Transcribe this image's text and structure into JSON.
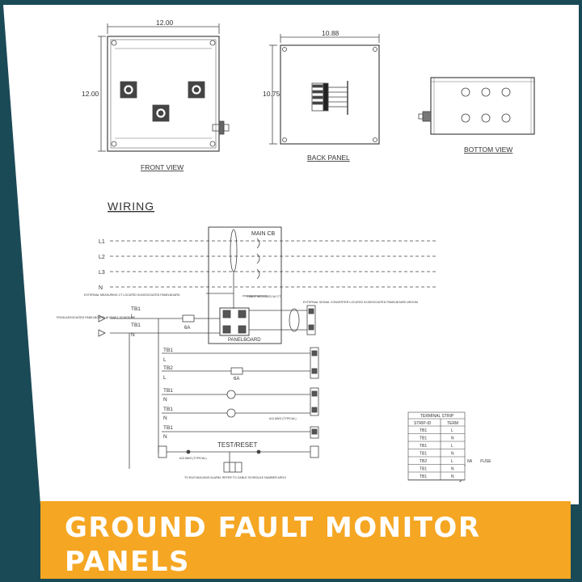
{
  "drawing": {
    "front_view": {
      "width_dim": "12.00",
      "height_dim": "12.00",
      "caption": "FRONT VIEW"
    },
    "back_panel": {
      "width_dim": "10.88",
      "height_dim": "10.75",
      "caption": "BACK PANEL"
    },
    "bottom_view": {
      "caption": "BOTTOM VIEW"
    },
    "wiring": {
      "title": "WIRING",
      "main_cb": "MAIN  CB",
      "lines": [
        "L1",
        "L2",
        "L3",
        "N"
      ],
      "notes": {
        "ct": "EXTERNAL MEASURING CT LOCATED IN ASSOCIATED PANELBOARD",
        "cable": "CABLE INCLUDED W/ CT",
        "converter": "EXTERNAL SIGNAL CONVERTER LOCATED IN ASSOCIATED PANELBOARD #ROOM",
        "from_panel": "FROM ASSOCIATED PANELBOARD @ PANEL SCHEDULE",
        "awg1": "#12 AWG (TYPICAL)",
        "awg2": "#12 AWG (TYPICAL)",
        "to_remote": "TO RUS BUILDING ALARM, REFER TO CABLE SCHEDULE NUMBER ARGO"
      },
      "panelboard": "PANELBOARD",
      "fuse_6a_1": "6A",
      "fuse_6a_2": "6A",
      "test_reset": "TEST/RESET",
      "fuse_6a_note": "6A FUSE",
      "terminal_labels": {
        "tb1_a": "TB1",
        "l_a": "L",
        "tb1_b": "TB1",
        "n_b": "N",
        "tb1_c": "TB1",
        "l_c": "L",
        "tb2_c": "TB2",
        "l_c2": "L",
        "tb1_d": "TB1",
        "n_d": "N",
        "tb1_e": "TB1",
        "n_e": "N",
        "tb1_f": "TB1",
        "n_f": "N"
      }
    },
    "terminal_strip": {
      "title": "TERMINAL STRIP",
      "headers": [
        "STRIP-ID",
        "TERM"
      ],
      "rows": [
        [
          "TB1",
          "L"
        ],
        [
          "TB1",
          "N"
        ],
        [
          "TB1",
          "L"
        ],
        [
          "TB1",
          "N"
        ],
        [
          "TB2",
          "L"
        ],
        [
          "TB1",
          "N"
        ],
        [
          "TB1",
          "N"
        ]
      ]
    }
  },
  "banner": {
    "title": "GROUND FAULT MONITOR PANELS",
    "color": "#f5a623"
  },
  "colors": {
    "background": "#1b4a57",
    "sheet": "#ffffff",
    "ink": "#333333"
  }
}
